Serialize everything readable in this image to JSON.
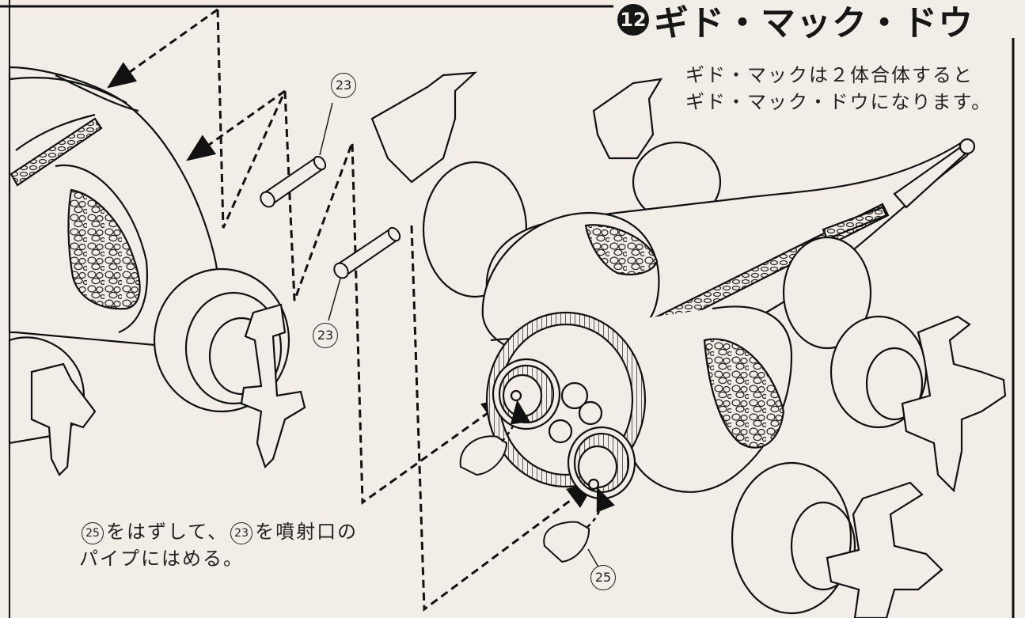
{
  "step": {
    "number": "12",
    "title": "ギド・マック・ドウ"
  },
  "notes": {
    "top_line1": "ギド・マックは２体合体すると",
    "top_line2": "ギド・マック・ドウになります。",
    "bottom_part_a": "25",
    "bottom_text1": "をはずして、",
    "bottom_part_b": "23",
    "bottom_text2": "を噴射口の",
    "bottom_line2": "パイプにはめる。"
  },
  "part_callouts": {
    "pin_upper": "23",
    "pin_lower": "23",
    "cap": "25"
  }
}
